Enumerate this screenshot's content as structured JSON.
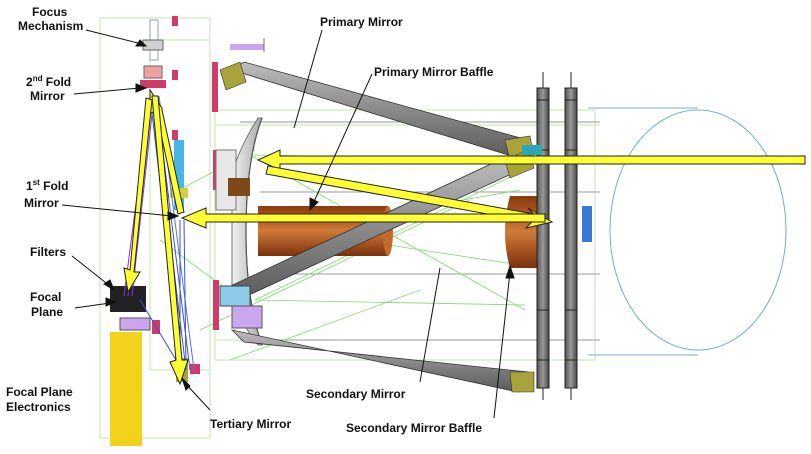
{
  "labels": {
    "focus_mechanism_1": "Focus",
    "focus_mechanism_2": "Mechanism",
    "fold2_ordinal": "2",
    "fold2_suffix": "nd",
    "fold2_rest": " Fold",
    "fold2_line2": "Mirror",
    "fold1_ordinal": "1",
    "fold1_suffix": "st",
    "fold1_rest": " Fold",
    "fold1_line2": "Mirror",
    "filters": "Filters",
    "focal_plane_1": "Focal",
    "focal_plane_2": "Plane",
    "fpe_1": "Focal Plane",
    "fpe_2": "Electronics",
    "tertiary_mirror": "Tertiary Mirror",
    "primary_mirror": "Primary Mirror",
    "primary_mirror_baffle": "Primary Mirror Baffle",
    "secondary_mirror": "Secondary Mirror",
    "secondary_mirror_baffle": "Secondary Mirror Baffle"
  },
  "colors": {
    "beam": "#ffff33",
    "beam_outline": "#222222",
    "strut": "#8c8c8c",
    "baffle": "#b5561a",
    "fpe_box": "#f2d21b",
    "aperture_ring": "#6fb0d6",
    "mount_ring": "#444444",
    "green_rays": "#7ddc6a",
    "blue_rays": "#3a4fd6",
    "purple_rays": "#8a2be2",
    "primary_mirror": "#c9c9c9"
  }
}
